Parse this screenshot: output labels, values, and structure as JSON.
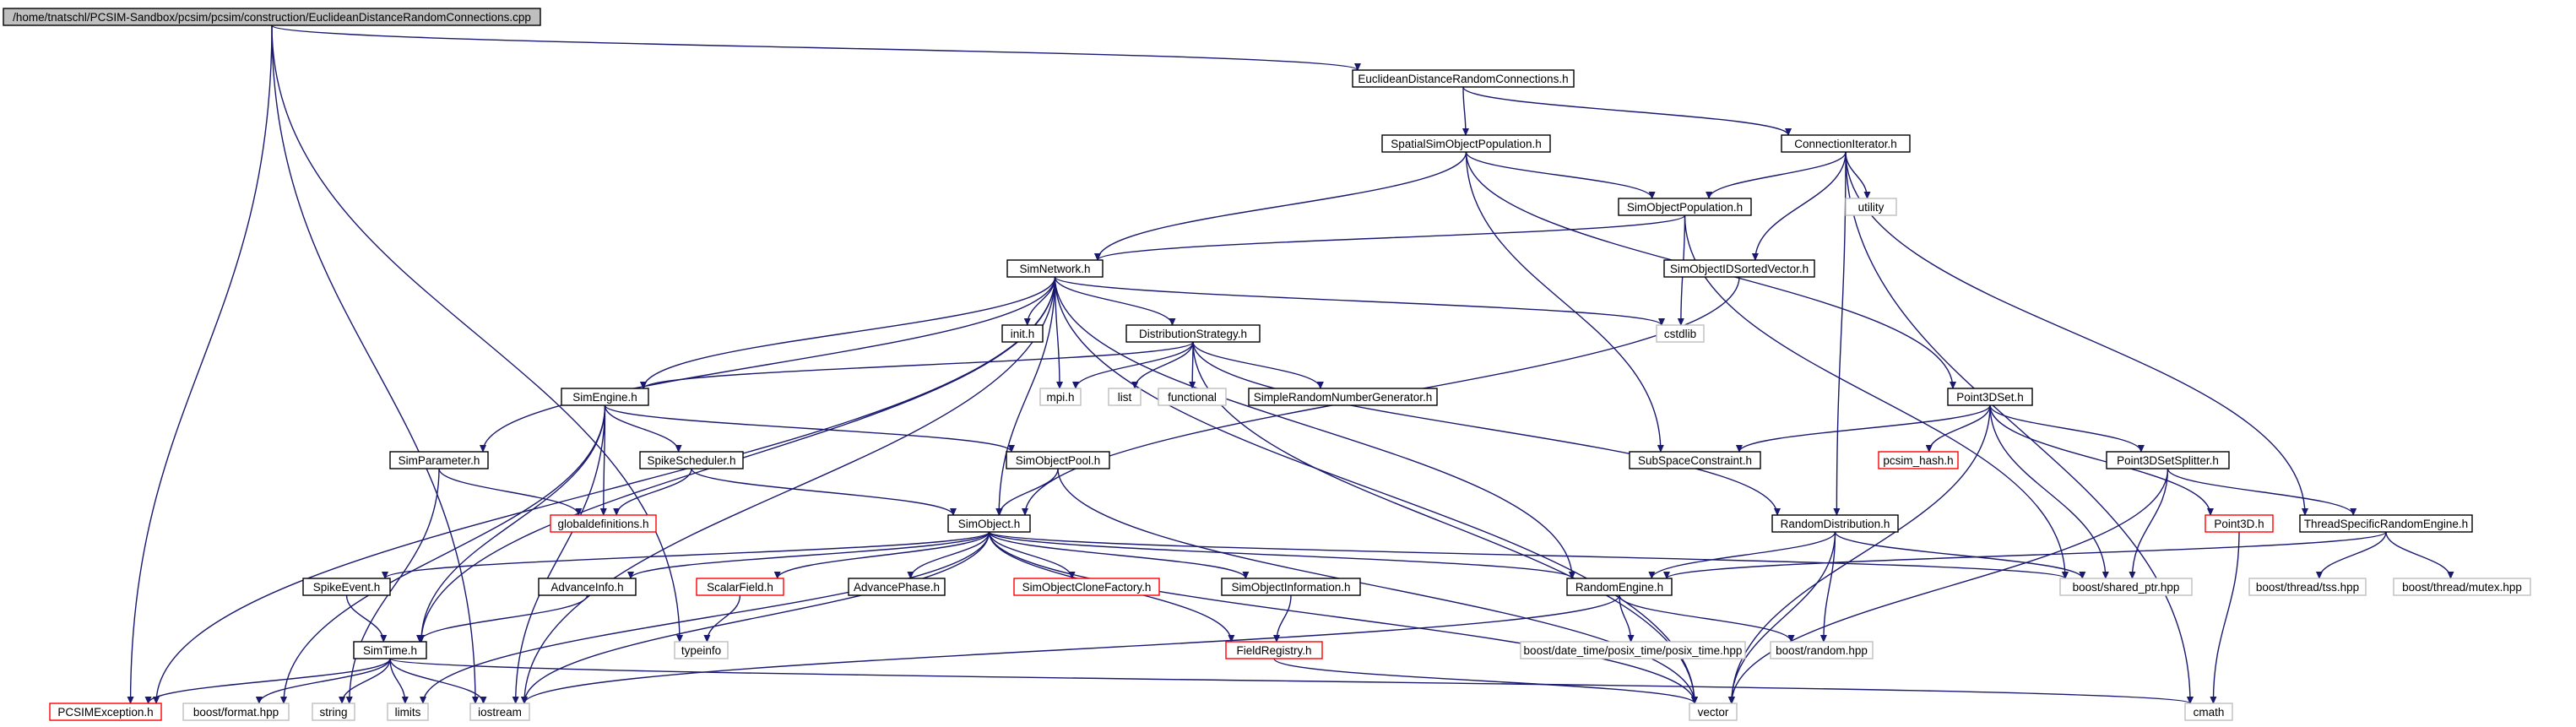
{
  "diagram": {
    "colors": {
      "edge": "#191970",
      "node_border": "#000000",
      "missing_border": "#ff0000",
      "system_border": "#bfbfbf",
      "root_fill": "#bfbfbf",
      "text": "#000000",
      "background": "#ffffff"
    },
    "nodes": [
      {
        "id": "root",
        "label": "/home/tnatschl/PCSIM-Sandbox/pcsim/pcsim/construction/EuclideanDistanceRandomConnections.cpp",
        "kind": "root"
      },
      {
        "id": "edrc",
        "label": "EuclideanDistanceRandomConnections.h",
        "kind": "header"
      },
      {
        "id": "ssop",
        "label": "SpatialSimObjectPopulation.h",
        "kind": "header"
      },
      {
        "id": "conniter",
        "label": "ConnectionIterator.h",
        "kind": "header"
      },
      {
        "id": "sop",
        "label": "SimObjectPopulation.h",
        "kind": "header"
      },
      {
        "id": "utility",
        "label": "utility",
        "kind": "system"
      },
      {
        "id": "soidsv",
        "label": "SimObjectIDSortedVector.h",
        "kind": "header"
      },
      {
        "id": "simnetwork",
        "label": "SimNetwork.h",
        "kind": "header"
      },
      {
        "id": "cstdlib",
        "label": "cstdlib",
        "kind": "system"
      },
      {
        "id": "init",
        "label": "init.h",
        "kind": "header"
      },
      {
        "id": "diststrat",
        "label": "DistributionStrategy.h",
        "kind": "header"
      },
      {
        "id": "simengine",
        "label": "SimEngine.h",
        "kind": "header"
      },
      {
        "id": "mpi",
        "label": "mpi.h",
        "kind": "system"
      },
      {
        "id": "list",
        "label": "list",
        "kind": "system"
      },
      {
        "id": "functional",
        "label": "functional",
        "kind": "system"
      },
      {
        "id": "srng",
        "label": "SimpleRandomNumberGenerator.h",
        "kind": "header"
      },
      {
        "id": "point3dset",
        "label": "Point3DSet.h",
        "kind": "header"
      },
      {
        "id": "simparam",
        "label": "SimParameter.h",
        "kind": "header"
      },
      {
        "id": "spikesched",
        "label": "SpikeScheduler.h",
        "kind": "header"
      },
      {
        "id": "soPool",
        "label": "SimObjectPool.h",
        "kind": "header"
      },
      {
        "id": "subspace",
        "label": "SubSpaceConstraint.h",
        "kind": "header"
      },
      {
        "id": "pcsimhash",
        "label": "pcsim_hash.h",
        "kind": "missing"
      },
      {
        "id": "p3dsplitter",
        "label": "Point3DSetSplitter.h",
        "kind": "header"
      },
      {
        "id": "globaldef",
        "label": "globaldefinitions.h",
        "kind": "missing"
      },
      {
        "id": "simobject",
        "label": "SimObject.h",
        "kind": "header"
      },
      {
        "id": "randdist",
        "label": "RandomDistribution.h",
        "kind": "header"
      },
      {
        "id": "point3d",
        "label": "Point3D.h",
        "kind": "missing"
      },
      {
        "id": "tsre",
        "label": "ThreadSpecificRandomEngine.h",
        "kind": "header"
      },
      {
        "id": "spikeevent",
        "label": "SpikeEvent.h",
        "kind": "header"
      },
      {
        "id": "advinfo",
        "label": "AdvanceInfo.h",
        "kind": "header"
      },
      {
        "id": "scalarfield",
        "label": "ScalarField.h",
        "kind": "missing"
      },
      {
        "id": "advphase",
        "label": "AdvancePhase.h",
        "kind": "header"
      },
      {
        "id": "soclonef",
        "label": "SimObjectCloneFactory.h",
        "kind": "missing"
      },
      {
        "id": "soinfo",
        "label": "SimObjectInformation.h",
        "kind": "header"
      },
      {
        "id": "randengine",
        "label": "RandomEngine.h",
        "kind": "header"
      },
      {
        "id": "sharedptr",
        "label": "boost/shared_ptr.hpp",
        "kind": "system"
      },
      {
        "id": "tss",
        "label": "boost/thread/tss.hpp",
        "kind": "system"
      },
      {
        "id": "mutex",
        "label": "boost/thread/mutex.hpp",
        "kind": "system"
      },
      {
        "id": "typeinfo",
        "label": "typeinfo",
        "kind": "system"
      },
      {
        "id": "simtime",
        "label": "SimTime.h",
        "kind": "header"
      },
      {
        "id": "fieldreg",
        "label": "FieldRegistry.h",
        "kind": "missing"
      },
      {
        "id": "posixtime",
        "label": "boost/date_time/posix_time/posix_time.hpp",
        "kind": "system"
      },
      {
        "id": "boostrandom",
        "label": "boost/random.hpp",
        "kind": "system"
      },
      {
        "id": "pcsimexc",
        "label": "PCSIMException.h",
        "kind": "missing"
      },
      {
        "id": "boostformat",
        "label": "boost/format.hpp",
        "kind": "system"
      },
      {
        "id": "string",
        "label": "string",
        "kind": "system"
      },
      {
        "id": "limits",
        "label": "limits",
        "kind": "system"
      },
      {
        "id": "iostream",
        "label": "iostream",
        "kind": "system"
      },
      {
        "id": "vector",
        "label": "vector",
        "kind": "system"
      },
      {
        "id": "cmath",
        "label": "cmath",
        "kind": "system"
      }
    ],
    "edges": [
      [
        "root",
        "edrc"
      ],
      [
        "root",
        "iostream"
      ],
      [
        "root",
        "typeinfo"
      ],
      [
        "root",
        "pcsimexc"
      ],
      [
        "edrc",
        "ssop"
      ],
      [
        "edrc",
        "conniter"
      ],
      [
        "ssop",
        "sop"
      ],
      [
        "ssop",
        "simnetwork"
      ],
      [
        "ssop",
        "point3dset"
      ],
      [
        "ssop",
        "subspace"
      ],
      [
        "conniter",
        "sop"
      ],
      [
        "conniter",
        "utility"
      ],
      [
        "conniter",
        "soidsv"
      ],
      [
        "conniter",
        "randdist"
      ],
      [
        "conniter",
        "tsre"
      ],
      [
        "conniter",
        "cmath"
      ],
      [
        "sop",
        "simnetwork"
      ],
      [
        "sop",
        "cstdlib"
      ],
      [
        "sop",
        "sharedptr"
      ],
      [
        "soidsv",
        "simobject"
      ],
      [
        "simnetwork",
        "cstdlib"
      ],
      [
        "simnetwork",
        "init"
      ],
      [
        "simnetwork",
        "mpi"
      ],
      [
        "simnetwork",
        "diststrat"
      ],
      [
        "simnetwork",
        "simengine"
      ],
      [
        "simnetwork",
        "simparam"
      ],
      [
        "simnetwork",
        "simobject"
      ],
      [
        "simnetwork",
        "randengine"
      ],
      [
        "simnetwork",
        "iostream"
      ],
      [
        "simnetwork",
        "pcsimexc"
      ],
      [
        "simnetwork",
        "simtime"
      ],
      [
        "simnetwork",
        "vector"
      ],
      [
        "diststrat",
        "simengine"
      ],
      [
        "diststrat",
        "mpi"
      ],
      [
        "diststrat",
        "list"
      ],
      [
        "diststrat",
        "functional"
      ],
      [
        "diststrat",
        "srng"
      ],
      [
        "diststrat",
        "randdist"
      ],
      [
        "diststrat",
        "vector"
      ],
      [
        "simengine",
        "spikesched"
      ],
      [
        "simengine",
        "soPool"
      ],
      [
        "simengine",
        "globaldef"
      ],
      [
        "simengine",
        "iostream"
      ],
      [
        "simengine",
        "simtime"
      ],
      [
        "simengine",
        "boostformat"
      ],
      [
        "point3dset",
        "subspace"
      ],
      [
        "point3dset",
        "pcsimhash"
      ],
      [
        "point3dset",
        "p3dsplitter"
      ],
      [
        "point3dset",
        "point3d"
      ],
      [
        "point3dset",
        "sharedptr"
      ],
      [
        "point3dset",
        "vector"
      ],
      [
        "simparam",
        "globaldef"
      ],
      [
        "simparam",
        "string"
      ],
      [
        "spikesched",
        "globaldef"
      ],
      [
        "spikesched",
        "simobject"
      ],
      [
        "soPool",
        "simobject"
      ],
      [
        "soPool",
        "vector"
      ],
      [
        "p3dsplitter",
        "tsre"
      ],
      [
        "p3dsplitter",
        "sharedptr"
      ],
      [
        "p3dsplitter",
        "vector"
      ],
      [
        "simobject",
        "spikeevent"
      ],
      [
        "simobject",
        "advinfo"
      ],
      [
        "simobject",
        "scalarfield"
      ],
      [
        "simobject",
        "advphase"
      ],
      [
        "simobject",
        "soclonef"
      ],
      [
        "simobject",
        "soinfo"
      ],
      [
        "simobject",
        "fieldreg"
      ],
      [
        "simobject",
        "randengine"
      ],
      [
        "simobject",
        "sharedptr"
      ],
      [
        "simobject",
        "iostream"
      ],
      [
        "simobject",
        "limits"
      ],
      [
        "simobject",
        "vector"
      ],
      [
        "randdist",
        "randengine"
      ],
      [
        "randdist",
        "sharedptr"
      ],
      [
        "randdist",
        "boostrandom"
      ],
      [
        "randdist",
        "vector"
      ],
      [
        "point3d",
        "cmath"
      ],
      [
        "tsre",
        "randengine"
      ],
      [
        "tsre",
        "tss"
      ],
      [
        "tsre",
        "mutex"
      ],
      [
        "spikeevent",
        "simtime"
      ],
      [
        "advinfo",
        "simtime"
      ],
      [
        "scalarfield",
        "typeinfo"
      ],
      [
        "soinfo",
        "fieldreg"
      ],
      [
        "randengine",
        "posixtime"
      ],
      [
        "randengine",
        "boostrandom"
      ],
      [
        "randengine",
        "iostream"
      ],
      [
        "fieldreg",
        "vector"
      ],
      [
        "simtime",
        "pcsimexc"
      ],
      [
        "simtime",
        "boostformat"
      ],
      [
        "simtime",
        "string"
      ],
      [
        "simtime",
        "limits"
      ],
      [
        "simtime",
        "iostream"
      ],
      [
        "simtime",
        "cmath"
      ]
    ]
  }
}
